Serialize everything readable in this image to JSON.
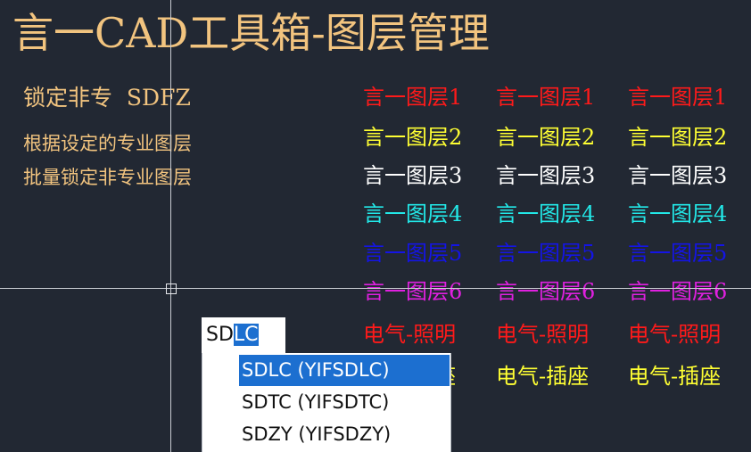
{
  "title": "言一CAD工具箱-图层管理",
  "command": {
    "label": "锁定非专",
    "code": "SDFZ",
    "desc_line1": "根据设定的专业图层",
    "desc_line2": "批量锁定非专业图层"
  },
  "layers": {
    "columns": 3,
    "rows": [
      {
        "name": "言一图层1",
        "color": "#ff1a1a"
      },
      {
        "name": "言一图层2",
        "color": "#ffff33"
      },
      {
        "name": "言一图层3",
        "color": "#ffffff"
      },
      {
        "name": "言一图层4",
        "color": "#22e8e8"
      },
      {
        "name": "言一图层5",
        "color": "#1414e6"
      },
      {
        "name": "言一图层6",
        "color": "#e020e0"
      },
      {
        "name": "电气-照明",
        "color": "#ff1a1a"
      },
      {
        "name": "电气-插座",
        "color": "#ffff33"
      }
    ]
  },
  "command_input": {
    "typed": "SD",
    "autocomplete": "LC"
  },
  "autocomplete_list": [
    "SDLC (YIFSDLC)",
    "SDTC (YIFSDTC)",
    "SDZY (YIFSDZY)"
  ]
}
